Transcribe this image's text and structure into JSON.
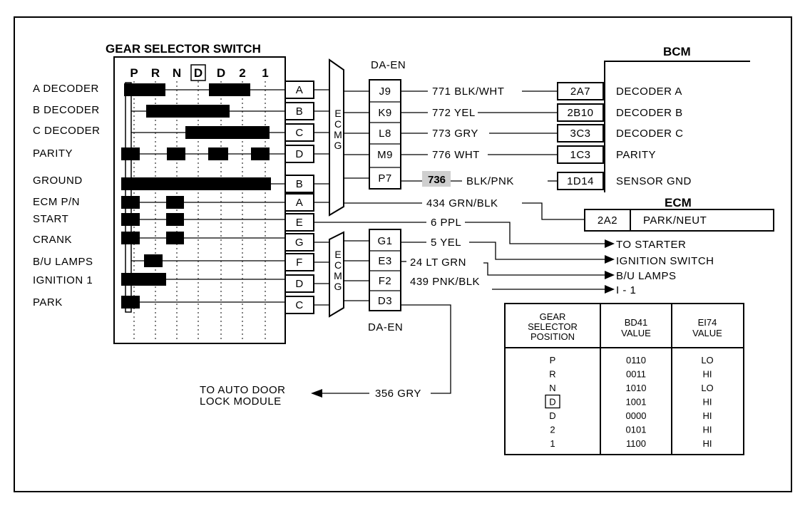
{
  "switch_title": "GEAR SELECTOR SWITCH",
  "positions": [
    "P",
    "R",
    "N",
    "D",
    "D",
    "2",
    "1"
  ],
  "inputs": [
    "A DECODER",
    "B DECODER",
    "C DECODER",
    "PARITY",
    "GROUND",
    "ECM P/N",
    "START",
    "CRANK",
    "B/U LAMPS",
    "IGNITION 1",
    "PARK"
  ],
  "pin_letters": [
    "A",
    "B",
    "C",
    "D",
    "B",
    "A",
    "E",
    "G",
    "F",
    "D",
    "C"
  ],
  "connector_top_label": "DA-EN",
  "connector_bottom_label": "DA-EN",
  "ecmg_label": "ECMG",
  "da_pins_top": [
    "J9",
    "K9",
    "L8",
    "M9",
    "P7"
  ],
  "da_pins_bottom": [
    "G1",
    "E3",
    "F2",
    "D3"
  ],
  "wires_top": [
    "771 BLK/WHT",
    "772 YEL",
    "773 GRY",
    "776 WHT",
    "BLK/PNK"
  ],
  "wire_736_num": "736",
  "bcm_title": "BCM",
  "bcm_pins": [
    "2A7",
    "2B10",
    "3C3",
    "1C3",
    "1D14"
  ],
  "bcm_labels": [
    "DECODER  A",
    "DECODER  B",
    "DECODER  C",
    "PARITY",
    "SENSOR GND"
  ],
  "wire_ecm": "434 GRN/BLK",
  "ecm_title": "ECM",
  "ecm_pin": "2A2",
  "ecm_label": "PARK/NEUT",
  "wire_ppl": "6 PPL",
  "wires_bottom": [
    "5 YEL",
    "24 LT GRN",
    "439 PNK/BLK"
  ],
  "dest_labels": [
    "TO STARTER",
    "IGNITION SWITCH",
    "B/U LAMPS",
    "I - 1"
  ],
  "wire_gry": "356 GRY",
  "door_line1": "TO  AUTO DOOR",
  "door_line2": "LOCK MODULE",
  "table": {
    "headers": [
      "GEAR SELECTOR POSITION",
      "BD41 VALUE",
      "EI74 VALUE"
    ],
    "header_lines": [
      [
        "GEAR",
        "SELECTOR",
        "POSITION"
      ],
      [
        "BD41",
        "VALUE"
      ],
      [
        "EI74",
        "VALUE"
      ]
    ],
    "rows": [
      [
        "P",
        "0110",
        "LO"
      ],
      [
        "R",
        "0011",
        "HI"
      ],
      [
        "N",
        "1010",
        "LO"
      ],
      [
        "D",
        "1001",
        "HI"
      ],
      [
        "D",
        "0000",
        "HI"
      ],
      [
        "2",
        "0101",
        "HI"
      ],
      [
        "1",
        "1100",
        "HI"
      ]
    ]
  }
}
